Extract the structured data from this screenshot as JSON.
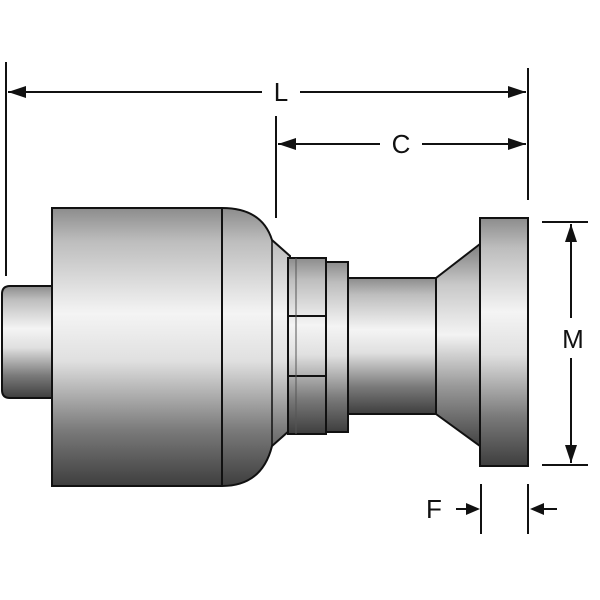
{
  "labels": {
    "overall_length": "L",
    "cutoff": "C",
    "flange_diameter": "M",
    "flange_thickness": "F"
  },
  "colors": {
    "outline": "#111111",
    "metal_dark": "#4a4a4a",
    "metal_mid": "#9a9a9a",
    "metal_light": "#f2f2f2",
    "background": "#ffffff"
  }
}
